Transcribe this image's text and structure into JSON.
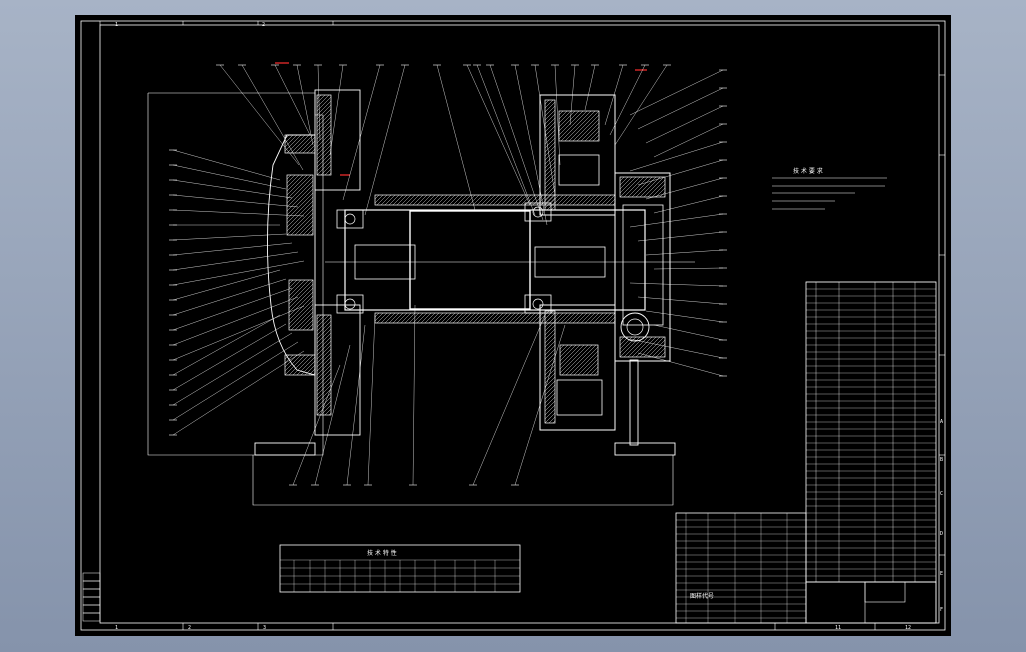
{
  "drawing": {
    "background_color": "#000000",
    "line_color": "#ffffff",
    "accent_color": "#ff3030",
    "frame_color": "#a7b3c6"
  },
  "border_zones_top": [
    "1",
    "2"
  ],
  "border_zones_bottom": [
    "1",
    "2",
    "3",
    "11",
    "12"
  ],
  "border_zones_right": [
    "A",
    "B",
    "C",
    "D",
    "E",
    "F"
  ],
  "tech_requirements_title": "技 术 要 求",
  "parameter_table_title": "技 术 特 性",
  "title_block_main": "图样代号"
}
